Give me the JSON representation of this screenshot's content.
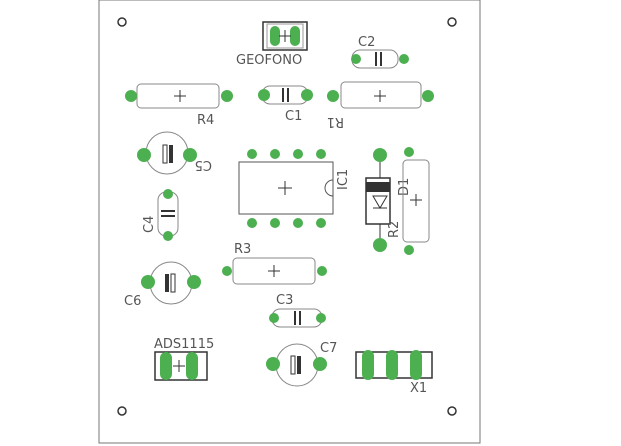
{
  "labels": {
    "geofono": "GEOFONO",
    "c2": "C2",
    "r4": "R4",
    "c1": "C1",
    "r1": "R1",
    "c5": "C5",
    "ic1": "IC1",
    "d1": "D1",
    "r2": "R2",
    "c4": "C4",
    "r3": "R3",
    "c6": "C6",
    "c3": "C3",
    "ads": "ADS1115",
    "c7": "C7",
    "x1": "X1"
  },
  "colors": {
    "pad": "#4caf50",
    "pad_ring": "#2e7d32",
    "outline": "#666666",
    "label": "#555555"
  }
}
